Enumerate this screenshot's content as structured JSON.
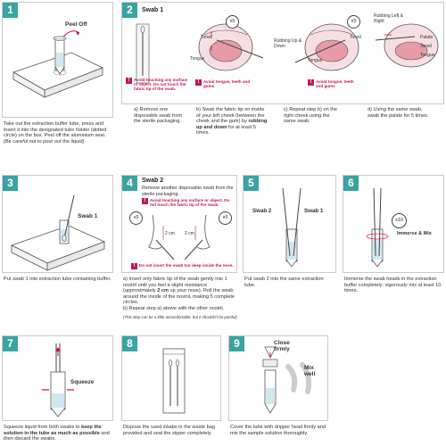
{
  "step1": {
    "num": "1",
    "peel_label": "Peel Off",
    "caption_a": "Take out the extraction buffer tube, press and insert it into the designated tube holder (dotted circle) on the box. Peel off the aluminium seal.",
    "caption_b": "(Be careful not to pour out the liquid)"
  },
  "step2": {
    "num": "2",
    "title": "Swab 1",
    "x5": "x5",
    "tonsil": "Tonsil",
    "tongue": "Tongue",
    "rubbing": "Rubbing Up & Down",
    "left_right": "Rubbing Left & Right",
    "palate": "Palate",
    "warn_a": "Avoid touching any surface or object. Do not touch the fabric tip of the swab.",
    "warn_b": "Avoid tongue, teeth and gums",
    "warn_c": "Avoid tongue, teeth and gums",
    "cap_a": "a)  Remove one disposable swab from the sterile packaging.",
    "cap_b1": "b)  Swab the fabric tip on inside of your left cheek (between the cheek and the gum) by ",
    "cap_b2": "rubbing up and down",
    "cap_b3": " for at least 5 times.",
    "cap_c": "c)  Repeat step b) on the right cheek using the same swab.",
    "cap_d": "d)  Using the same swab, swab the palate for 5 times."
  },
  "step3": {
    "num": "3",
    "label": "Swab 1",
    "caption": "Put swab 1 into extraction tube containing buffer."
  },
  "step4": {
    "num": "4",
    "title": "Swab 2",
    "subtitle": "Remove another disposable swab from the sterile packaging.",
    "warn_top": "Avoid touching any surface or object. Do not touch the fabric tip of the swab.",
    "x5": "x5",
    "cm": "2 cm",
    "warn_bottom": "Do not insert the swab too deep inside the nose.",
    "cap_a1": "a)  Insert only fabric tip of the swab gently into 1 nostril until you feel a slight resistance (approximately ",
    "cap_a2": "2 cm",
    "cap_a3": " up your nose). Roll the swab around the inside of the nostril, making 5 complete circles.",
    "cap_b": "b)  Repeat step a) above with the other nostril.",
    "note": "(This step can be a little uncomfortable, but it shouldn't be painful)"
  },
  "step5": {
    "num": "5",
    "swab2": "Swab 2",
    "swab1": "Swab 1",
    "caption": "Put swab 2 into the same extraction tube."
  },
  "step6": {
    "num": "6",
    "x10": "x10",
    "immerse": "Immerse & Mix",
    "caption": "Immerse the swab heads in the extraction buffer completely; vigorously mix at least 10 times."
  },
  "step7": {
    "num": "7",
    "squeeze": "Squeeze",
    "cap1": "Squeeze liquid from both swabs to ",
    "cap2": "keep the solution in the tube as much as possible",
    "cap3": " and then discard the swabs."
  },
  "step8": {
    "num": "8",
    "caption": "Dispose the used swabs in the waste bag provided and seal the zipper completely."
  },
  "step9": {
    "num": "9",
    "close": "Close firmly",
    "mix": "Mix well",
    "caption": "Cover the tube with dripper head firmly and mix the sample solution thoroughly."
  },
  "colors": {
    "teal": "#3aa3a3",
    "magenta": "#c2185b",
    "pink": "#e91e63"
  }
}
